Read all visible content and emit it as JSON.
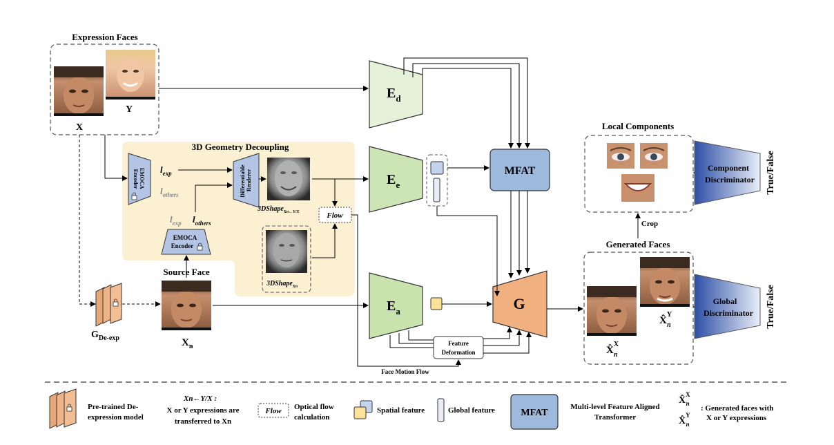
{
  "expression_faces": {
    "title": "Expression Faces",
    "x_label": "X",
    "y_label": "Y"
  },
  "geometry": {
    "title": "3D Geometry Decoupling",
    "emoca_top_line1": "EMOCA",
    "emoca_top_line2": "Encoder",
    "l_exp": "l",
    "l_exp_sub": "exp",
    "l_others": "l",
    "l_others_sub": "others",
    "renderer_line1": "Differentiable",
    "renderer_line2": "Renderer",
    "shape_top_label": "3DShape",
    "shape_top_sub": "Xn←Y/X",
    "flow_label": "Flow",
    "emoca_bottom_line1": "EMOCA",
    "emoca_bottom_line2": "Encoder",
    "l_exp2": "l",
    "l_exp2_sub": "exp",
    "l_others2": "l",
    "l_others2_sub": "others",
    "shape_bottom_label": "3DShape",
    "shape_bottom_sub": "Xn"
  },
  "source": {
    "title": "Source Face",
    "label": "X",
    "label_sub": "n"
  },
  "dexp": {
    "label": "G",
    "label_sub": "De-exp"
  },
  "encoders": {
    "ed": "E",
    "ed_sub": "d",
    "ee": "E",
    "ee_sub": "e",
    "ea": "E",
    "ea_sub": "a"
  },
  "mfat": "MFAT",
  "generator": "G",
  "feature_deformation": {
    "line1": "Feature",
    "line2": "Deformation"
  },
  "face_motion_flow": "Face Motion Flow",
  "local_components": {
    "title": "Local Components",
    "crop": "Crop"
  },
  "component_disc": {
    "line1": "Component",
    "line2": "Discriminator",
    "output": "True/False"
  },
  "generated": {
    "title": "Generated Faces",
    "x_label": "X̂",
    "x_sup": "X",
    "x_sub": "n",
    "y_label": "X̂",
    "y_sup": "Y",
    "y_sub": "n"
  },
  "global_disc": {
    "line1": "Global",
    "line2": "Discriminator",
    "output": "True/False"
  },
  "legend": {
    "pretrained_line1": "Pre-trained De-",
    "pretrained_line2": "expression model",
    "transfer_head": "Xn←Y/X :",
    "transfer_line1": "X or Y expressions are",
    "transfer_line2": "transferred to Xn",
    "flow_box": "Flow",
    "flow_line1": "Optical flow",
    "flow_line2": "calculation",
    "spatial": "Spatial feature",
    "global": "Global feature",
    "mfat_box": "MFAT",
    "mfat_line1": "Multi-level Feature Aligned",
    "mfat_line2": "Transformer",
    "gen_x": "X̂",
    "gen_x_sup": "X",
    "gen_x_sub": "n",
    "gen_y": "X̂",
    "gen_y_sup": "Y",
    "gen_y_sub": "n",
    "gen_line1": ": Generated faces with",
    "gen_line2": "X or Y expressions"
  },
  "colors": {
    "yellow_panel": "#fbf1d2",
    "green_encoder": "#cde5b5",
    "green_encoder_light": "#e6f1d9",
    "blue_block": "#9db9dc",
    "orange_generator": "#f1b07f",
    "disc_blue": "#3f5fb0"
  }
}
